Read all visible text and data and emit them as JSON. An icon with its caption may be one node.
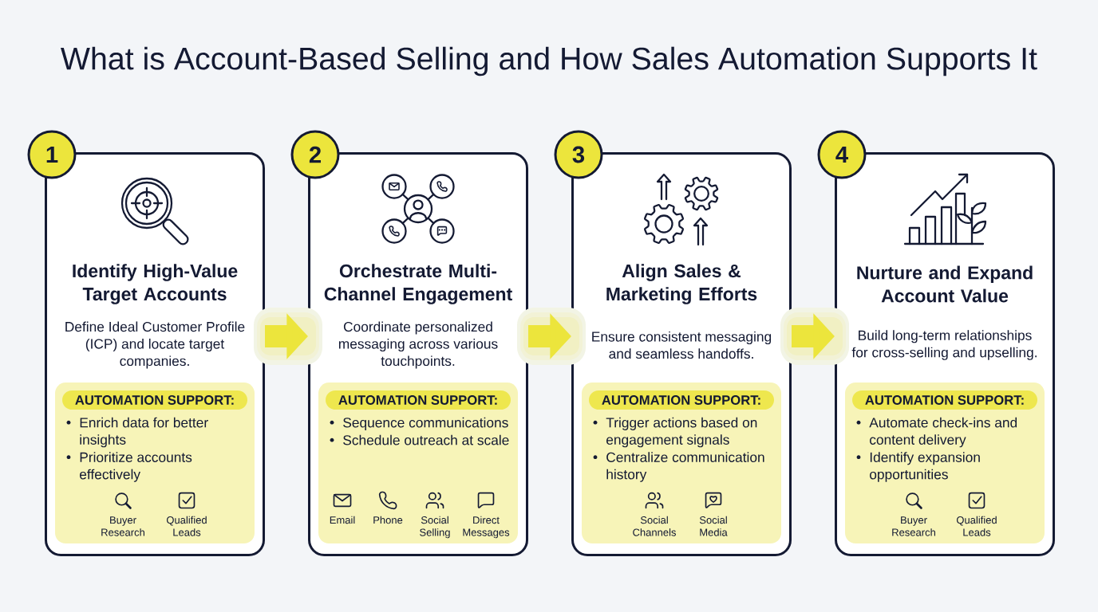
{
  "diagram": {
    "title": "What is Account-Based Selling and How Sales Automation Supports It",
    "nodes": [
      {
        "text": [
          "1"
        ]
      },
      {
        "text": [
          "Identify High-Value Target Accounts",
          "Define Ideal Customer Profile (ICP) and locate target companies."
        ]
      },
      {
        "text": [
          "Enrich data for better insights",
          "Prioritize accounts effectively",
          "Buyer Research",
          "Qualified Leads"
        ],
        "in": 1
      },
      {
        "text": [
          "AUTOMATION SUPPORT:"
        ],
        "in": 2
      },
      {
        "text": [
          "2"
        ]
      },
      {
        "text": [
          "Orchestrate Multi-Channel Engagement",
          "Coordinate personalized messaging across various touchpoints."
        ]
      },
      {
        "text": [
          "Sequence communications",
          "Schedule outreach at scale",
          "Email",
          "Phone",
          "Social Selling",
          "Direct Messages"
        ],
        "in": 5
      },
      {
        "text": [
          "AUTOMATION SUPPORT:"
        ],
        "in": 6
      },
      {
        "text": [
          "3"
        ]
      },
      {
        "text": [
          "Align Sales & Marketing Efforts",
          "Ensure consistent messaging and seamless handoffs."
        ]
      },
      {
        "text": [
          "Trigger actions based on engagement signals",
          "Centralize communication history",
          "Social Channels",
          "Social Media"
        ],
        "in": 9
      },
      {
        "text": [
          "AUTOMATION SUPPORT:"
        ],
        "in": 10
      },
      {
        "text": [
          "4"
        ]
      },
      {
        "text": [
          "Nurture and Expand Account Value",
          "Build long-term relationships for cross-selling and upselling."
        ]
      },
      {
        "text": [
          "Automate check-ins and content delivery",
          "Identify expansion opportunities",
          "Buyer Research",
          "Qualified Leads"
        ],
        "in": 13
      },
      {
        "text": [
          "AUTOMATION SUPPORT:"
        ],
        "in": 14
      }
    ],
    "edges": [
      {
        "from": 1,
        "to": 5,
        "arrow": "to"
      },
      {
        "from": 5,
        "to": 9,
        "arrow": "to"
      },
      {
        "from": 9,
        "to": 13,
        "arrow": "to"
      }
    ]
  }
}
